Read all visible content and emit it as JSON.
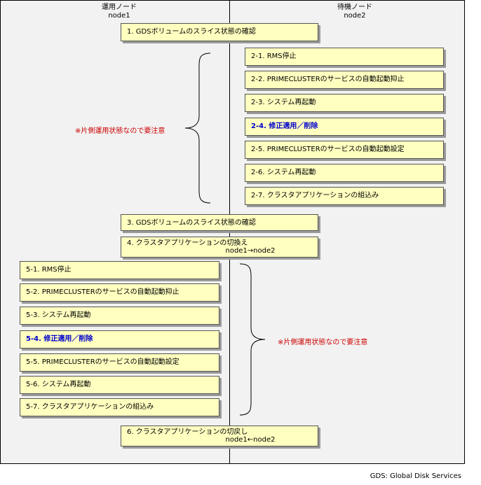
{
  "headers": {
    "left_title": "運用ノード",
    "left_node": "node1",
    "right_title": "待機ノード",
    "right_node": "node2"
  },
  "steps": {
    "s1": "1. GDSボリュームのスライス状態の確認",
    "s2_1": "2-1. RMS停止",
    "s2_2": "2-2. PRIMECLUSTERのサービスの自動起動抑止",
    "s2_3": "2-3. システム再起動",
    "s2_4": "2-4. 修正適用／削除",
    "s2_5": "2-5. PRIMECLUSTERのサービスの自動起動設定",
    "s2_6": "2-6. システム再起動",
    "s2_7": "2-7. クラスタアプリケーションの組込み",
    "s3": "3. GDSボリュームのスライス状態の確認",
    "s4_line1": "4. クラスタアプリケーションの切換え",
    "s4_line2": "node1→node2",
    "s5_1": "5-1. RMS停止",
    "s5_2": "5-2. PRIMECLUSTERのサービスの自動起動抑止",
    "s5_3": "5-3. システム再起動",
    "s5_4": "5-4. 修正適用／削除",
    "s5_5": "5-5. PRIMECLUSTERのサービスの自動起動設定",
    "s5_6": "5-6. システム再起動",
    "s5_7": "5-7. クラスタアプリケーションの組込み",
    "s6_line1": "6. クラスタアプリケーションの切戻し",
    "s6_line2": "node1←node2"
  },
  "notes": {
    "upper": "※片側運用状態なので要注意",
    "lower": "※片側運用状態なので要注意"
  },
  "footer": "GDS: Global Disk Services"
}
